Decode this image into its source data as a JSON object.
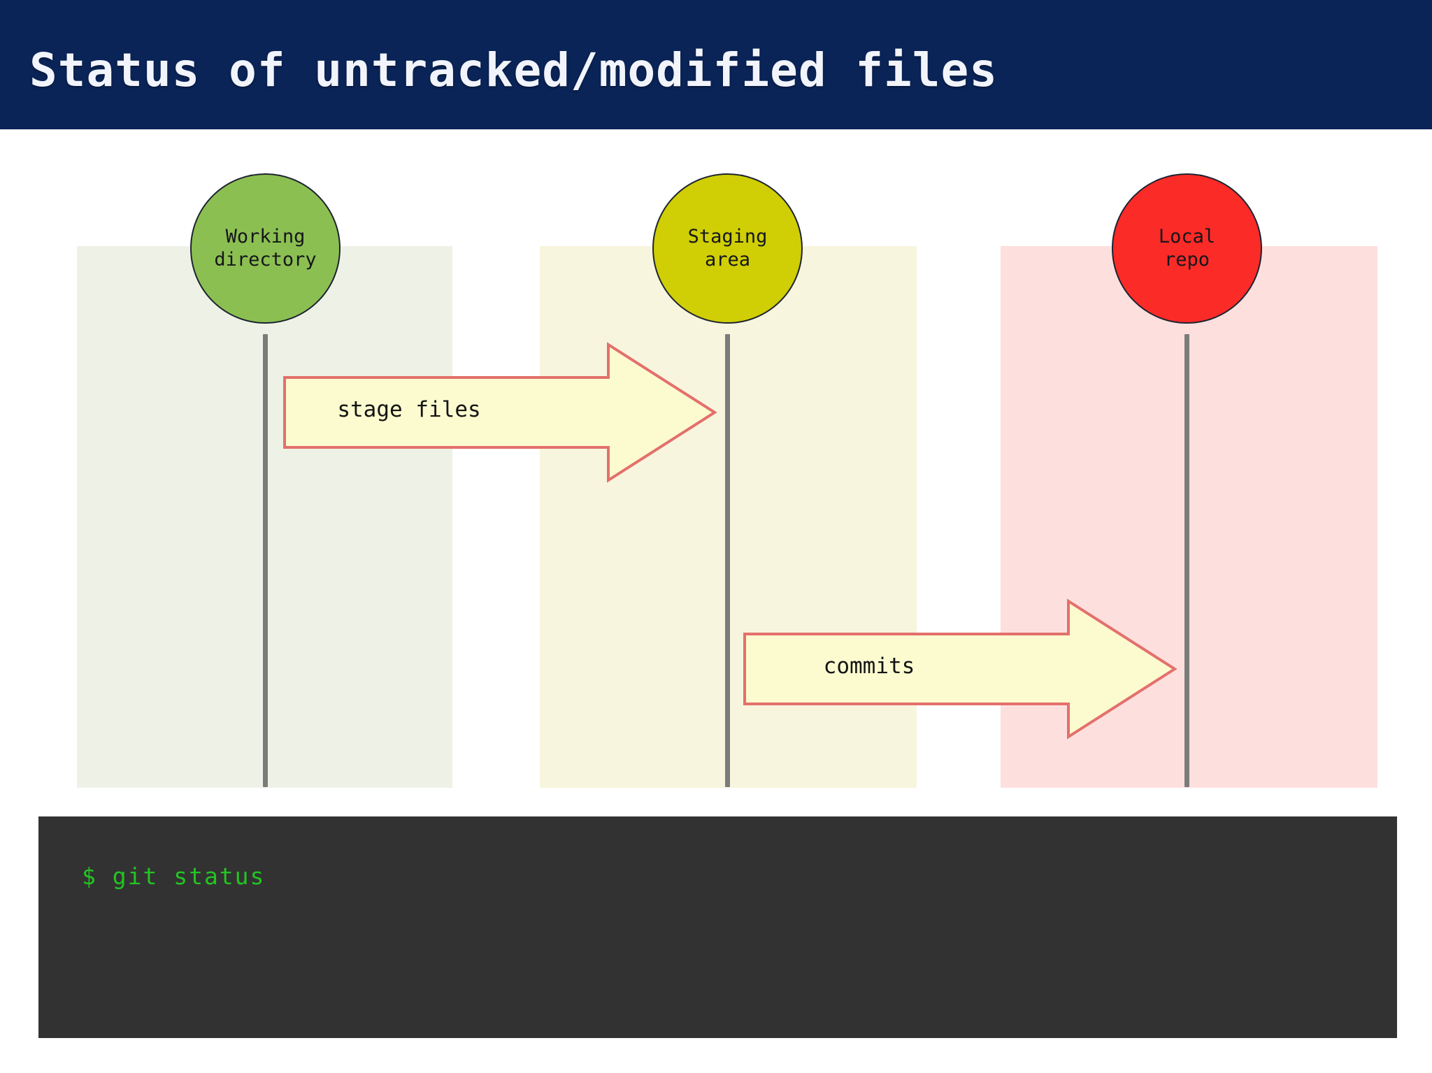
{
  "slide": {
    "title": "Status of untracked/modified files",
    "title_bar_color": "#0a2458",
    "title_text_color": "#f2f4fb",
    "background_color": "#ffffff"
  },
  "diagram": {
    "nodes": [
      {
        "id": "working-directory",
        "label": "Working\ndirectory",
        "color": "#8cbf52",
        "band_color": "#eef2e6"
      },
      {
        "id": "staging-area",
        "label": "Staging\narea",
        "color": "#d0ce05",
        "band_color": "#f7f5dd"
      },
      {
        "id": "local-repo",
        "label": "Local\nrepo",
        "color": "#fb2b28",
        "band_color": "#fde0de"
      }
    ],
    "arrows": [
      {
        "id": "stage-files",
        "label": "stage files",
        "from": "working-directory",
        "to": "staging-area",
        "fill": "#fcfbd0",
        "stroke": "#e3706c"
      },
      {
        "id": "commits",
        "label": "commits",
        "from": "staging-area",
        "to": "local-repo",
        "fill": "#fcfbd0",
        "stroke": "#e3706c"
      }
    ],
    "axis_color": "#7b7b7b"
  },
  "terminal": {
    "background_color": "#333232",
    "text_color": "#22c522",
    "lines": [
      "$ git status"
    ],
    "line_0": "$ git status"
  }
}
